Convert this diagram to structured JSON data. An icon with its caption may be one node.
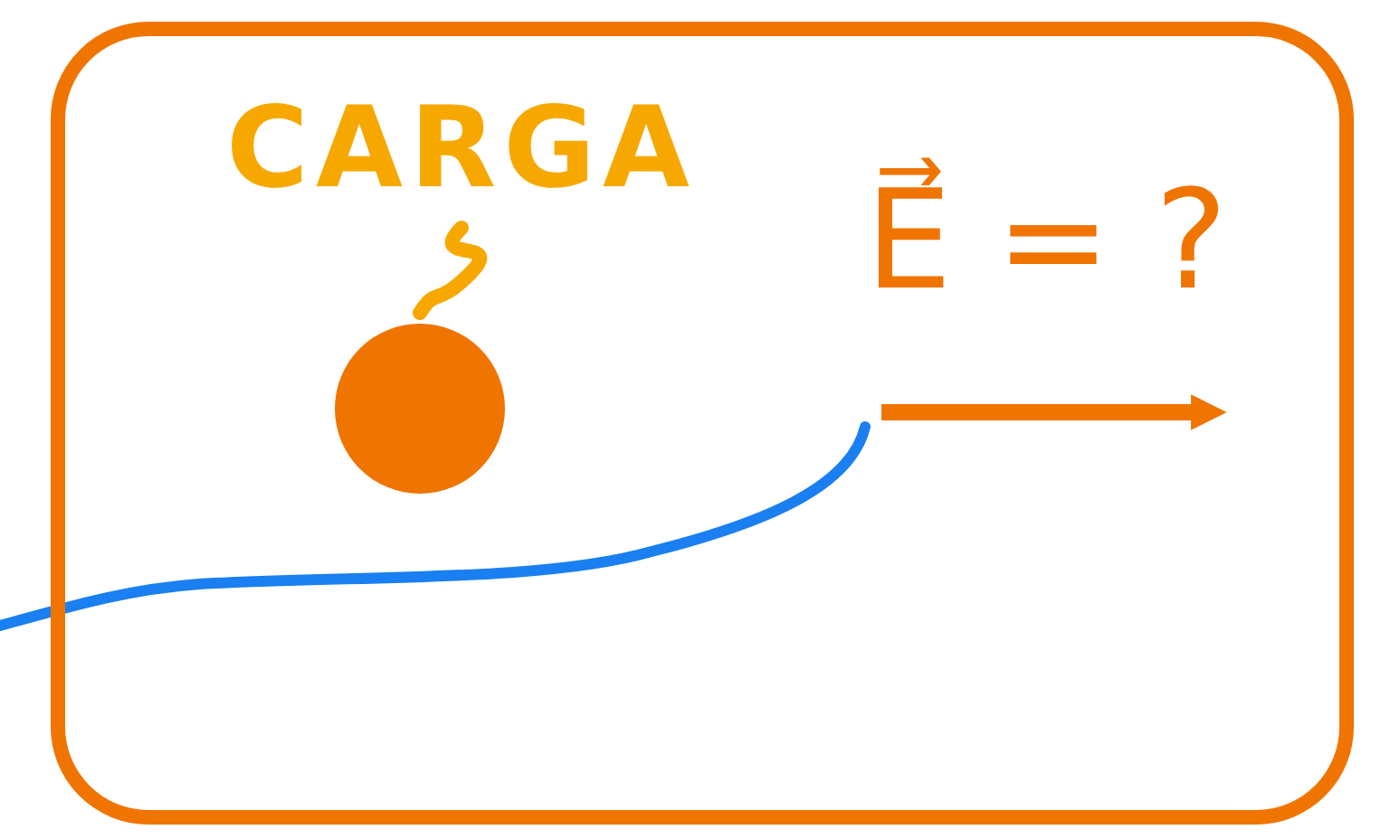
{
  "diagram": {
    "nodes": [
      {
        "text": [],
        "shape": "box"
      },
      {
        "text": [
          "CARGA"
        ],
        "in": 0
      },
      {
        "text": [],
        "shape": "circle",
        "in": 0
      }
    ],
    "edges": [
      {
        "from": 1,
        "to": 2,
        "arrow": "none"
      }
    ],
    "labels": [
      "E⃗ = ?"
    ]
  }
}
